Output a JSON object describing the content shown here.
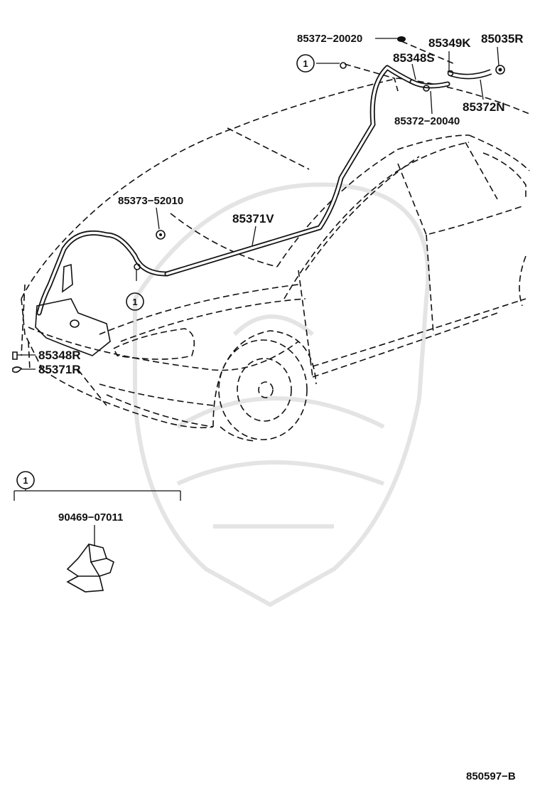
{
  "diagram": {
    "parts": {
      "p85372_20020": "85372−20020",
      "p85349K": "85349K",
      "p85035R": "85035R",
      "p85348S": "85348S",
      "p85372N": "85372N",
      "p85372_20040": "85372−20040",
      "p85373_52010": "85373−52010",
      "p85371V": "85371V",
      "p85348R": "85348R",
      "p85371R": "85371R",
      "p90469_07011": "90469−07011"
    },
    "callouts": {
      "ref1": "1"
    },
    "figure_code": "850597−B"
  }
}
